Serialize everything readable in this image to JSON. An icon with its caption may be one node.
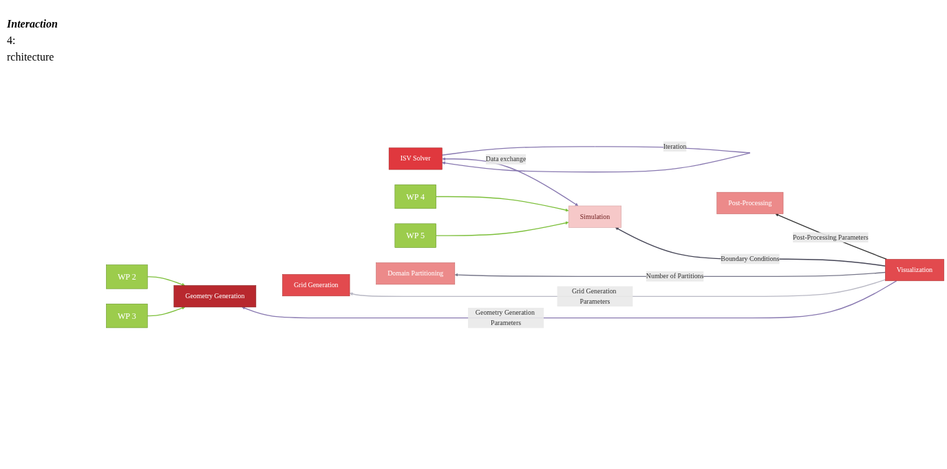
{
  "diagram": {
    "nodes": [
      {
        "text": [
          "WP 2"
        ]
      },
      {
        "text": [
          "WP 3"
        ]
      },
      {
        "text": [
          "ISV Solver"
        ]
      },
      {
        "text": [
          "WP 4"
        ]
      },
      {
        "text": [
          "WP 5"
        ]
      },
      {
        "text": [
          "Geometry Generation"
        ]
      },
      {
        "text": [
          "Grid Generation"
        ]
      },
      {
        "text": [
          "Domain Partitioning"
        ]
      },
      {
        "text": [
          "Simulation"
        ]
      },
      {
        "text": [
          "Post-Processing"
        ]
      },
      {
        "text": [
          "Visualization"
        ]
      }
    ],
    "edges": [
      {
        "from": 0,
        "to": 5,
        "arrow": "to",
        "color": "#7cbf3a"
      },
      {
        "from": 1,
        "to": 5,
        "arrow": "to",
        "color": "#7cbf3a"
      },
      {
        "from": 3,
        "to": 8,
        "arrow": "to",
        "color": "#7cbf3a"
      },
      {
        "from": 4,
        "to": 8,
        "arrow": "to",
        "color": "#7cbf3a"
      },
      {
        "from": 2,
        "to": 2,
        "label": "Iteration",
        "arrow": "to",
        "color": "#8878b0"
      },
      {
        "from": 2,
        "to": 8,
        "label": "Data exchange",
        "arrow": "both",
        "color": "#8878b0"
      },
      {
        "from": 10,
        "to": 9,
        "label": "Post-Processing Parameters",
        "arrow": "to",
        "color": "#333333"
      },
      {
        "from": 10,
        "to": 8,
        "label": "Boundary Conditions",
        "arrow": "to",
        "color": "#444455"
      },
      {
        "from": 10,
        "to": 7,
        "label": "Number of Partitions",
        "arrow": "to",
        "color": "#77778a"
      },
      {
        "from": 10,
        "to": 6,
        "label": "Grid Generation Parameters",
        "arrow": "to",
        "color": "#b8b8c4"
      },
      {
        "from": 10,
        "to": 5,
        "label": "Geometry Generation Parameters",
        "arrow": "to",
        "color": "#8878b0"
      }
    ],
    "labels": [
      "Interaction",
      "4:",
      "rchitecture"
    ]
  }
}
